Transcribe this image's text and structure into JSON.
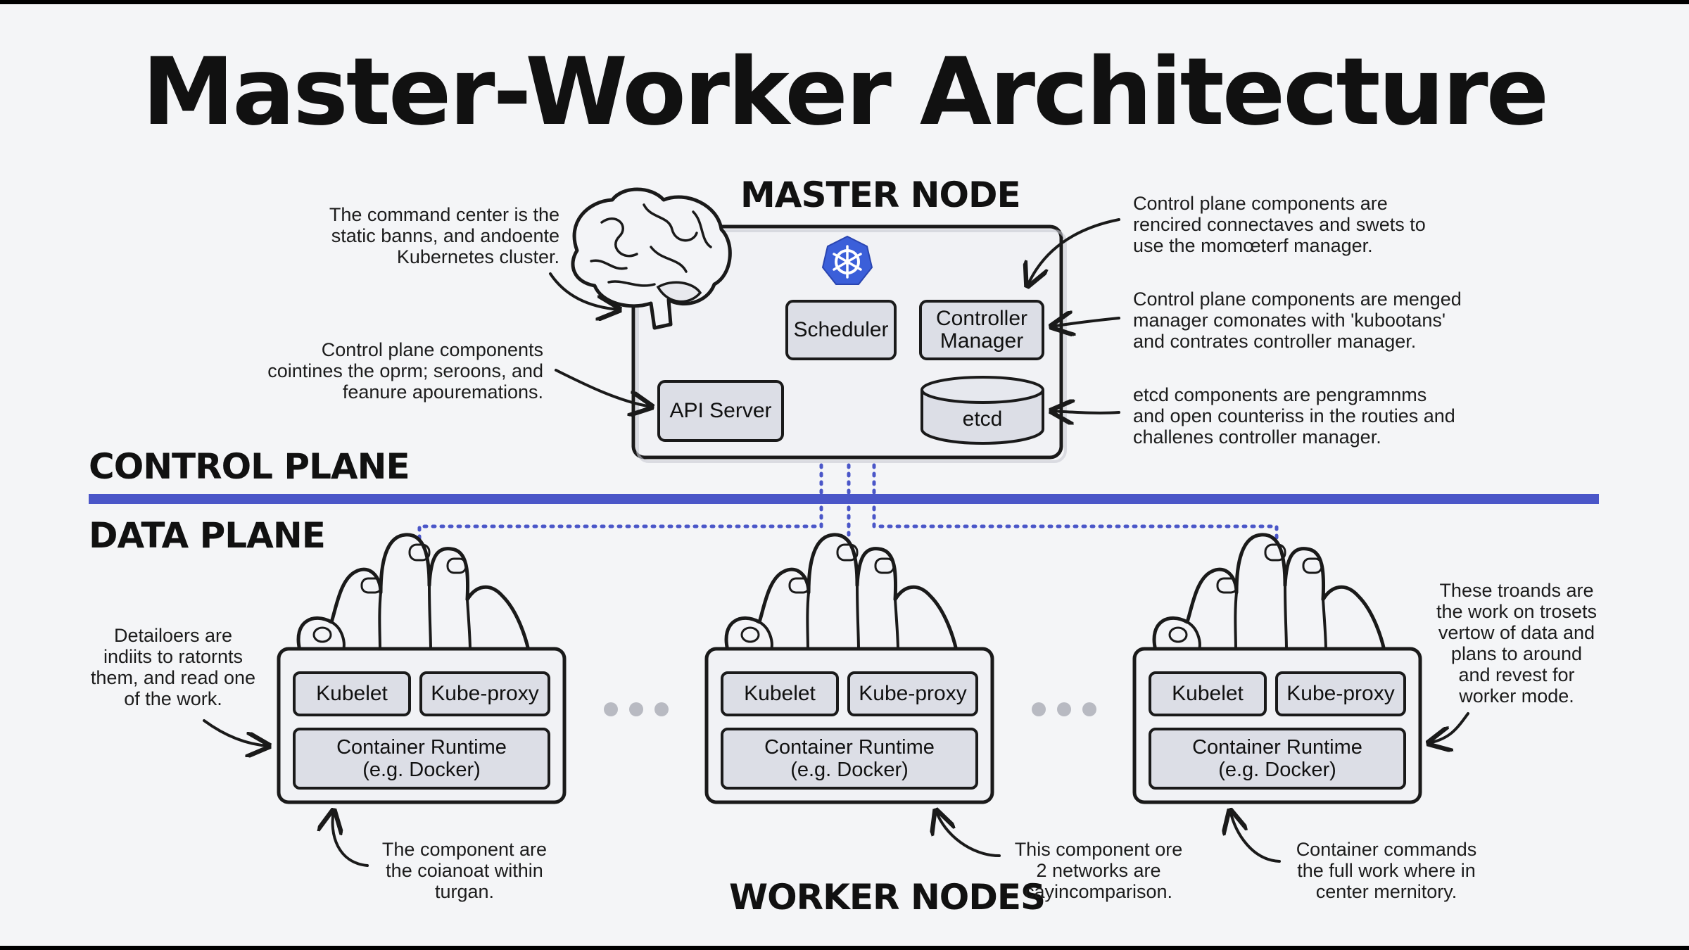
{
  "title": "Master-Worker Architecture",
  "headings": {
    "master_node": "MASTER NODE",
    "control_plane": "CONTROL PLANE",
    "data_plane": "DATA PLANE",
    "worker_nodes": "WORKER NODES"
  },
  "master": {
    "scheduler": "Scheduler",
    "controller_line1": "Controller",
    "controller_line2": "Manager",
    "api_server": "API Server",
    "etcd": "etcd"
  },
  "worker": {
    "kubelet": "Kubelet",
    "kube_proxy": "Kube-proxy",
    "runtime_line1": "Container Runtime",
    "runtime_line2": "(e.g. Docker)"
  },
  "notes": {
    "brain": [
      "The command center is the",
      "static banns, and andoente",
      "Kubernetes cluster."
    ],
    "control_left": [
      "Control plane components",
      "cointines the oprm; seroons, and",
      "feanure apouremations."
    ],
    "control_right_top": [
      "Control plane components are",
      "rencired connectaves and swets to",
      "use the momœterf manager."
    ],
    "control_right_mid": [
      "Control plane components are menged",
      "manager comonates with 'kubootans'",
      "and contrates controller manager."
    ],
    "etcd": [
      "etcd components are pengramnms",
      "and open counteriss in the routies and",
      "challenes controller manager."
    ],
    "worker_left": [
      "Detailoers are",
      "indiits to ratornts",
      "them, and read one",
      "of the work."
    ],
    "worker_right": [
      "These troands are",
      "the work on trosets",
      "vertow of data and",
      "plans to around",
      "and revest for",
      "worker mode."
    ],
    "worker_bottom_1": [
      "The component are",
      "the coianoat within",
      "turgan."
    ],
    "worker_bottom_2": [
      "This component ore",
      "2 networks are",
      "cayincomparison."
    ],
    "worker_bottom_3": [
      "Container commands",
      "the full work where in",
      "center mernitory."
    ]
  },
  "colors": {
    "accent_blue": "#4a56c8",
    "kube_blue": "#3b5fd9",
    "box_fill": "#dcdee6",
    "panel_fill": "#f1f2f5",
    "ink": "#1a1a1a"
  },
  "icons": {
    "master": "brain-icon",
    "kubernetes": "kubernetes-helm-icon",
    "worker": "hand-icon"
  }
}
